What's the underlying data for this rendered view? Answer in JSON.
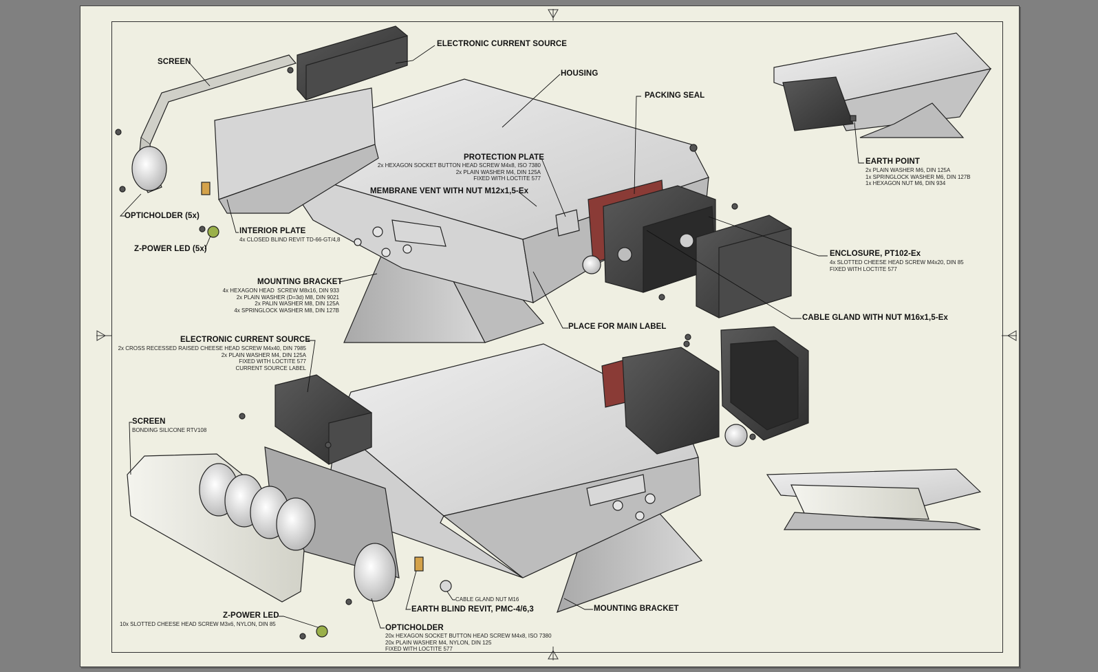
{
  "colors": {
    "background": "#808080",
    "sheet": "#efefe2",
    "metal_light": "#e4e4e4",
    "metal_mid": "#bdbdbd",
    "metal_dark": "#8a8a8a",
    "enclosure_dark": "#3c3c3c",
    "seal_red": "#8a3b36",
    "brass": "#d4a24a",
    "led_green": "#9ab04a"
  },
  "labels": {
    "top_ecs": "ELECTRONIC CURRENT SOURCE",
    "housing": "HOUSING",
    "screen_top": "SCREEN",
    "packing_seal": "PACKING SEAL",
    "protection_plate": "PROTECTION PLATE",
    "membrane_vent": "MEMBRANE VENT WITH NUT M12x1,5-Ex",
    "opticholder_5x": "OPTICHOLDER (5x)",
    "interior_plate": "INTERIOR PLATE",
    "zpower_5x": "Z-POWER LED (5x)",
    "mounting_bracket_top": "MOUNTING BRACKET",
    "enclosure": "ENCLOSURE, PT102-Ex",
    "cable_gland_top": "CABLE GLAND WITH NUT M16x1,5-Ex",
    "place_main_label": "PLACE FOR MAIN LABEL",
    "earth_point": "EARTH POINT",
    "bottom_ecs": "ELECTRONIC CURRENT SOURCE",
    "screen_bottom": "SCREEN",
    "zpower_led": "Z-POWER LED",
    "opticholder": "OPTICHOLDER",
    "earth_blind_revit": "EARTH BLIND REVIT, PMC-4/6,3",
    "mounting_bracket_bottom": "MOUNTING BRACKET",
    "cable_gland_nut": "CABLE GLAND NUT M16"
  },
  "notes": {
    "protection_plate": "2x HEXAGON SOCKET BUTTON HEAD SCREW M4x8, ISO 7380\n2x PLAIN WASHER M4, DIN 125A\nFIXED WITH LOCTITE 577",
    "interior_plate": "4x CLOSED BLIND REVIT TD-66-GT/4,8",
    "mounting_bracket_top": "4x HEXAGON HEAD  SCREW M8x16, DIN 933\n2x PLAIN WASHER (D=3d) M8, DIN 9021\n2x PALIN WASHER M8, DIN 125A\n4x SPRINGLOCK WASHER M8, DIN 127B",
    "enclosure": "4x SLOTTED CHEESE HEAD SCREW M4x20, DIN 85\nFIXED WITH LOCTITE 577",
    "earth_point": "2x PLAIN WASHER M6, DIN 125A\n1x SPRINGLOCK WASHER M6, DIN 127B\n1x HEXAGON NUT M6, DIN 934",
    "bottom_ecs": "2x CROSS RECESSED RAISED CHEESE HEAD SCREW M4x40, DIN 7985\n2x PLAIN WASHER M4, DIN 125A\nFIXED WITH LOCTITE 577\nCURRENT SOURCE LABEL",
    "screen_bottom": "BONDING SILICONE RTV108",
    "zpower_led": "10x SLOTTED CHEESE HEAD SCREW M3x6, NYLON, DIN 85",
    "opticholder": "20x HEXAGON SOCKET BUTTON HEAD SCREW M4x8, ISO 7380\n20x PLAIN WASHER M4, NYLON, DIN 125\nFIXED WITH LOCTITE 577"
  }
}
